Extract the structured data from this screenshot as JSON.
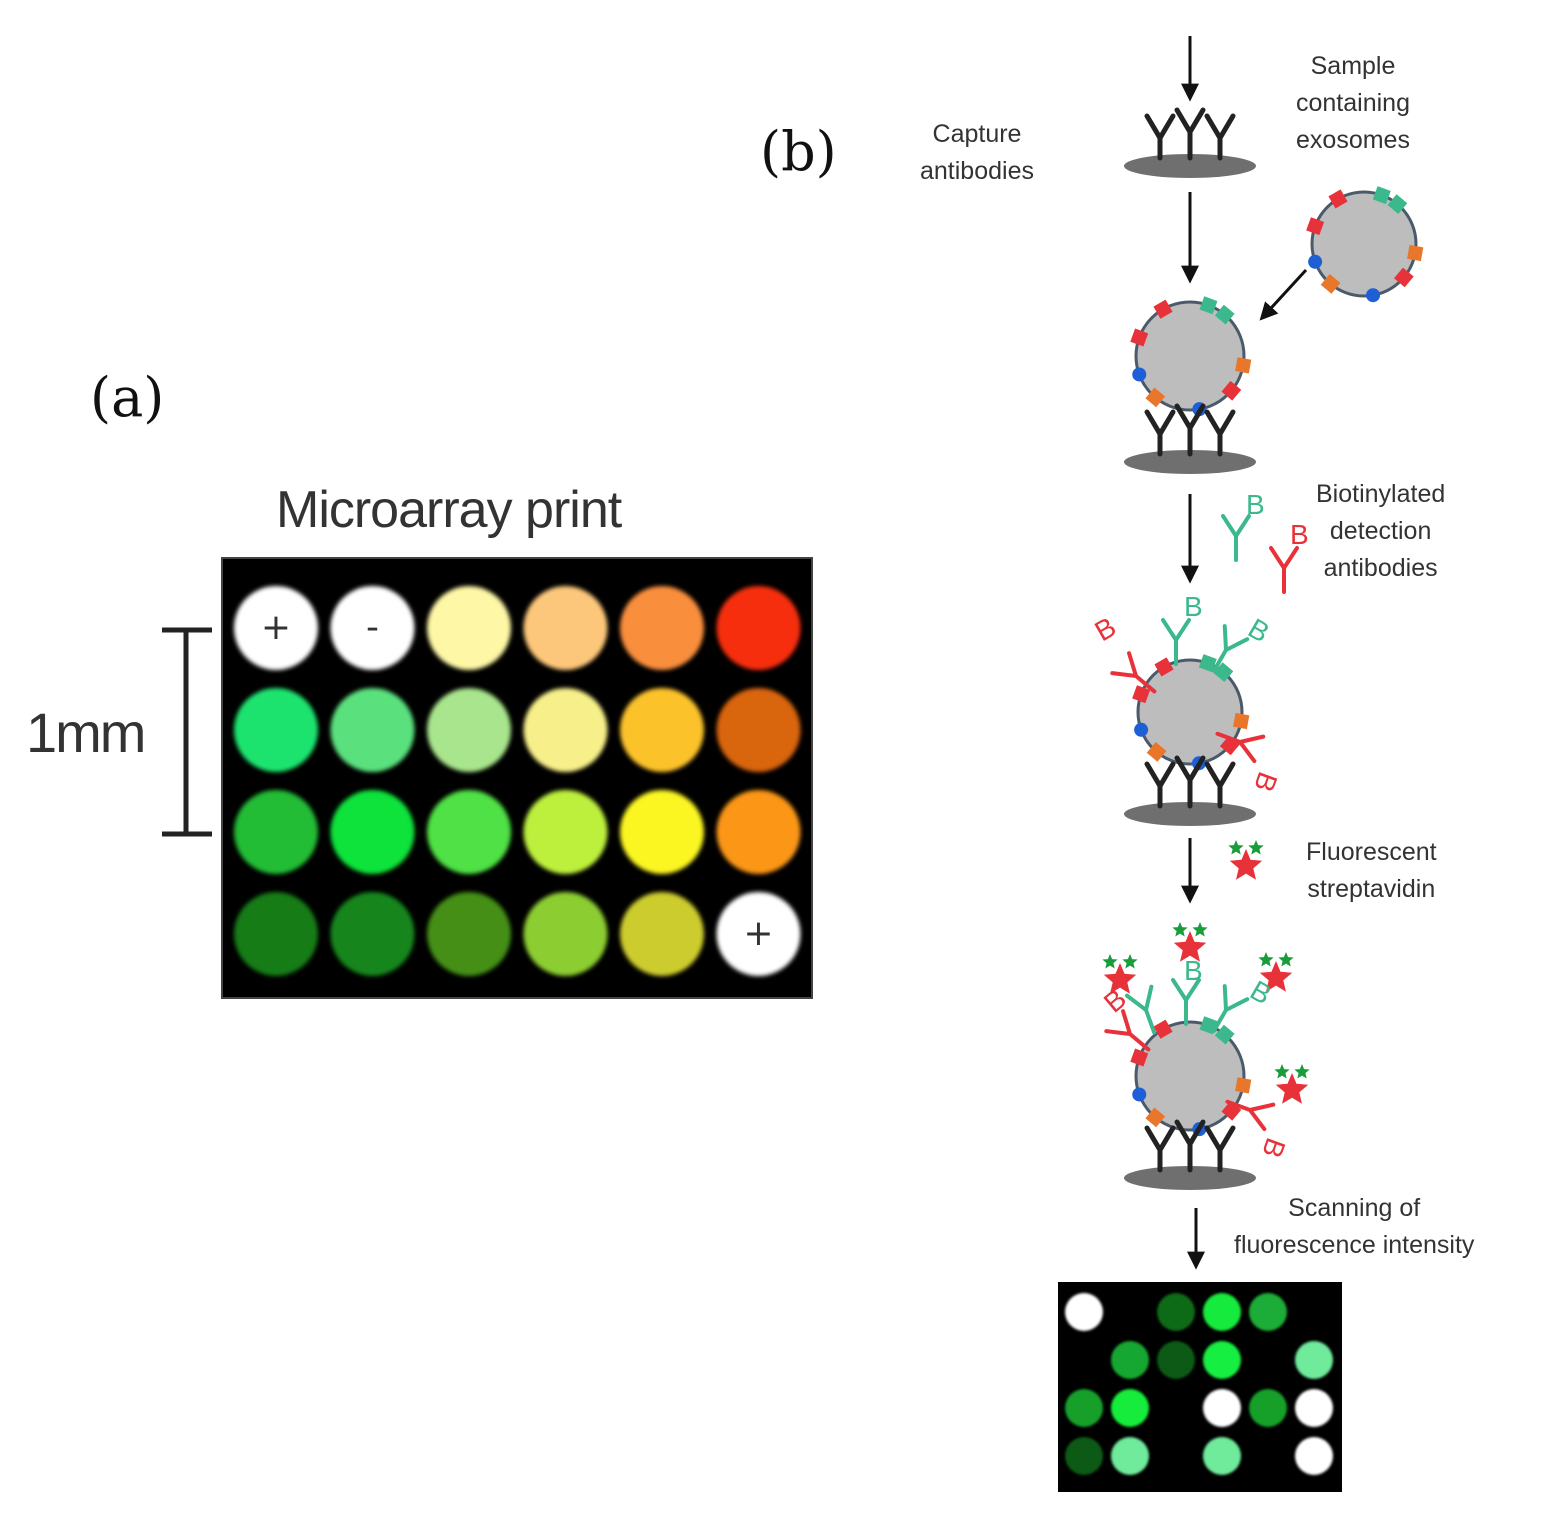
{
  "panel_a": {
    "label": "(a)",
    "title": "Microarray print",
    "scale_label": "1mm",
    "spots": [
      [
        "#ffffff",
        "#ffffff",
        "#fdf7a6",
        "#fcc77a",
        "#f98e3e",
        "#f62e10"
      ],
      [
        "#1fe36e",
        "#5ae17e",
        "#a8e58c",
        "#f7f08a",
        "#fbc22c",
        "#d9650e"
      ],
      [
        "#23bc35",
        "#0ee33a",
        "#4fe145",
        "#bdf03e",
        "#fbf620",
        "#fb9614"
      ],
      [
        "#137b18",
        "#12861f",
        "#448f17",
        "#8cce31",
        "#cccc2e",
        "#ffffff"
      ]
    ],
    "spot_marks": {
      "0_0": "+",
      "0_1": "-",
      "3_5": "+"
    }
  },
  "panel_b": {
    "label": "(b)",
    "steps": {
      "capture": "Capture\nantibodies",
      "sample": "Sample\ncontaining\nexosomes",
      "biotin": "Biotinylated\ndetection\nantibodies",
      "strep": "Fluorescent\nstreptavidin",
      "scan": "Scanning of\nfluorescence intensity"
    },
    "biotin_letter": "B",
    "result_spots": [
      [
        "#ffffff",
        null,
        "#0f6a16",
        "#19ea3e",
        "#1aad37",
        null
      ],
      [
        null,
        "#14a730",
        "#0f5a14",
        "#17ee42",
        null,
        "#70eb9c"
      ],
      [
        "#13a02a",
        "#12ec3a",
        null,
        "#ffffff",
        "#13a02a",
        "#ffffff"
      ],
      [
        "#0a5a12",
        "#70eb9c",
        null,
        "#70eb9c",
        null,
        "#ffffff"
      ]
    ]
  }
}
